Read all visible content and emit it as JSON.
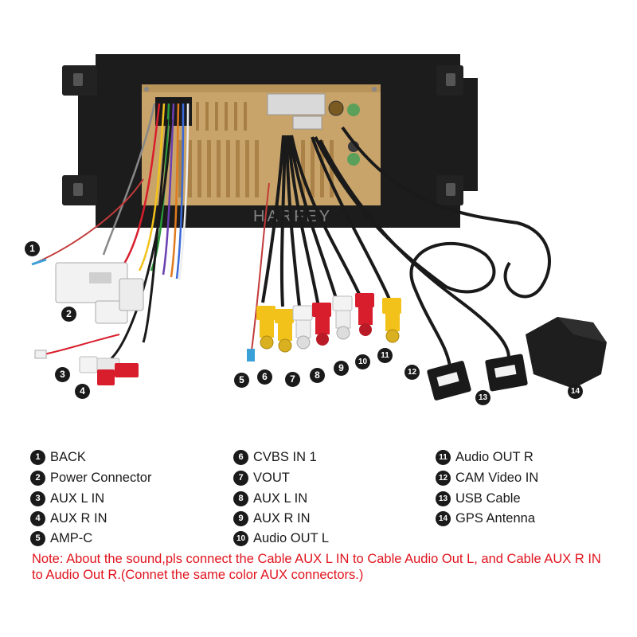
{
  "watermark": "HARFEY",
  "legend": {
    "items": [
      {
        "num": "1",
        "label": "BACK"
      },
      {
        "num": "2",
        "label": "Power Connector"
      },
      {
        "num": "3",
        "label": "AUX L IN"
      },
      {
        "num": "4",
        "label": "AUX R IN"
      },
      {
        "num": "5",
        "label": "AMP-C"
      },
      {
        "num": "6",
        "label": "CVBS IN 1"
      },
      {
        "num": "7",
        "label": "VOUT"
      },
      {
        "num": "8",
        "label": "AUX L IN"
      },
      {
        "num": "9",
        "label": "AUX R IN"
      },
      {
        "num": "10",
        "label": "Audio OUT L"
      },
      {
        "num": "11",
        "label": "Audio OUT R"
      },
      {
        "num": "12",
        "label": "CAM Video IN"
      },
      {
        "num": "13",
        "label": "USB Cable"
      },
      {
        "num": "14",
        "label": "GPS Antenna"
      }
    ]
  },
  "note": "Note: About the sound,pls connect the Cable AUX L IN to Cable Audio Out L, and Cable AUX R IN to  Audio Out R.(Connet the same color AUX connectors.)",
  "colors": {
    "frame": "#1c1c1c",
    "board": "#c8a46a",
    "note": "#e0141e",
    "red": "#d81e2c",
    "yellow": "#f2c21b",
    "white": "#f3f3f3"
  }
}
